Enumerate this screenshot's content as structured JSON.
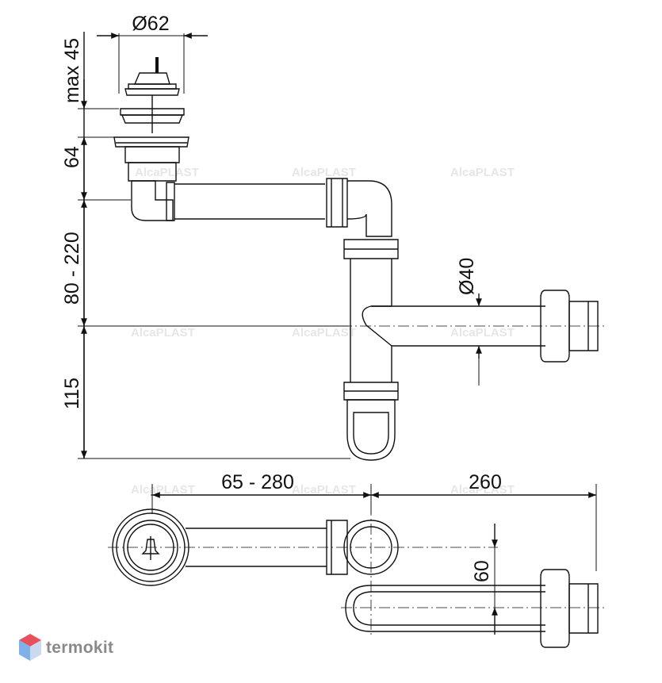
{
  "dimensions": {
    "diameter_top": "Ø62",
    "max_height": "max 45",
    "flange_height": "64",
    "adjust_range": "80 - 220",
    "trap_depth": "115",
    "outlet_diameter": "Ø40",
    "horizontal_range": "65 - 280",
    "outlet_length": "260",
    "offset": "60"
  },
  "watermark": "AlcaPLAST",
  "brand": {
    "name": "termokit",
    "logo_colors": [
      "#e8505b",
      "#7fb0e8",
      "#c9d9ef"
    ]
  }
}
